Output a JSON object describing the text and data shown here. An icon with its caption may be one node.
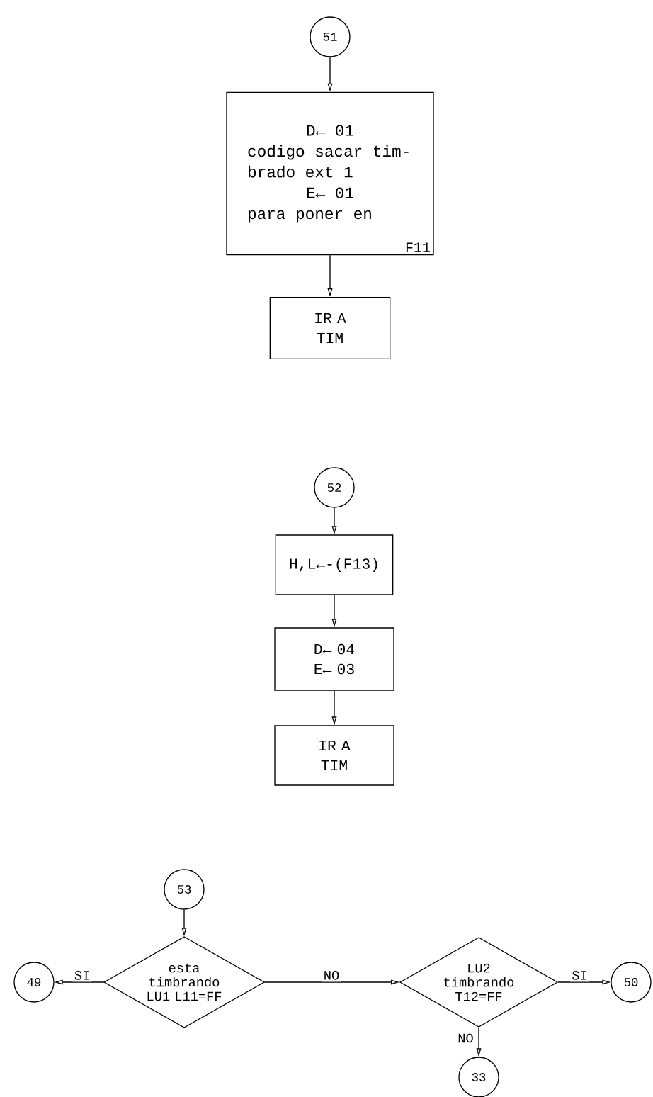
{
  "diagram": {
    "nodes": [
      {
        "text": [
          "51"
        ]
      },
      {
        "text": [
          "D← 01",
          "codigo sacar tim- brado ext 1",
          "E← 01",
          "para poner en",
          "F11"
        ]
      },
      {
        "text": [
          "IR A TIM"
        ]
      },
      {
        "text": [
          "52"
        ]
      },
      {
        "text": [
          "H,L←-(F13)"
        ]
      },
      {
        "text": [
          "D← 04",
          "E← 03"
        ]
      },
      {
        "text": [
          "IR A TIM"
        ]
      },
      {
        "text": [
          "53"
        ]
      },
      {
        "text": [
          "esta timbrando LU1 L11=FF"
        ]
      },
      {
        "text": [
          "49"
        ]
      },
      {
        "text": [
          "LU2 timbrando T12=FF"
        ]
      },
      {
        "text": [
          "50"
        ]
      },
      {
        "text": [
          "33"
        ]
      }
    ],
    "edges": [
      {
        "from": 0,
        "to": 1,
        "arrow": "to"
      },
      {
        "from": 1,
        "to": 2,
        "arrow": "to"
      },
      {
        "from": 3,
        "to": 4,
        "arrow": "to"
      },
      {
        "from": 4,
        "to": 5,
        "arrow": "to"
      },
      {
        "from": 5,
        "to": 6,
        "arrow": "to"
      },
      {
        "from": 7,
        "to": 8,
        "arrow": "to"
      },
      {
        "from": 8,
        "to": 9,
        "arrow": "to",
        "label": "SI"
      },
      {
        "from": 8,
        "to": 10,
        "arrow": "to",
        "label": "NO"
      },
      {
        "from": 10,
        "to": 11,
        "arrow": "to",
        "label": "SI"
      },
      {
        "from": 10,
        "to": 12,
        "arrow": "to",
        "label": "NO"
      }
    ]
  }
}
